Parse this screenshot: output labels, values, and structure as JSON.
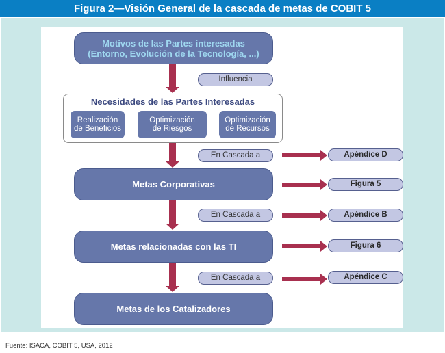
{
  "title": "Figura 2—Visión General de la cascada de metas de COBIT 5",
  "diagram": {
    "drivers": {
      "line1": "Motivos de las Partes interesadas",
      "line2": "(Entorno, Evolución de la Tecnología, ...)"
    },
    "influence_label": "Influencia",
    "needs": {
      "title": "Necesidades de las Partes Interesadas",
      "items": [
        {
          "line1": "Realización",
          "line2": "de Beneficios"
        },
        {
          "line1": "Optimización",
          "line2": "de Riesgos"
        },
        {
          "line1": "Optimización",
          "line2": "de Recursos"
        }
      ]
    },
    "cascade_label": "En Cascada a",
    "levels": [
      {
        "label": "Metas Corporativas"
      },
      {
        "label": "Metas relacionadas con las TI"
      },
      {
        "label": "Metas de los Catalizadores"
      }
    ],
    "references": [
      {
        "label": "Apéndice D"
      },
      {
        "label": "Figura 5"
      },
      {
        "label": "Apéndice B"
      },
      {
        "label": "Figura 6"
      },
      {
        "label": "Apéndice C"
      }
    ]
  },
  "source": "Fuente:  ISACA, COBIT 5, USA, 2012",
  "colors": {
    "title_bar": "#0a7fc4",
    "frame": "#cbe8e8",
    "box": "#6677aa",
    "arrow": "#a8304f",
    "pill": "#c3c7e3"
  }
}
